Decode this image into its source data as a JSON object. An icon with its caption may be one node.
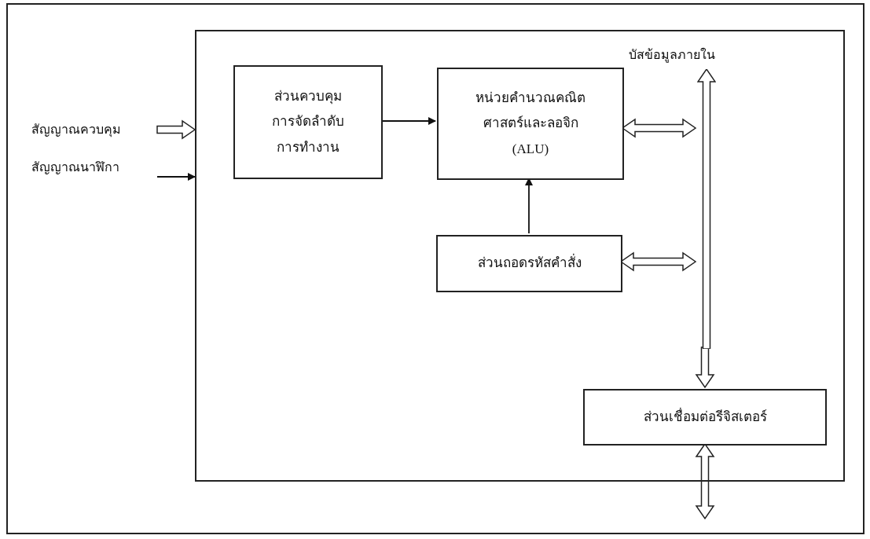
{
  "diagram": {
    "nodes": [
      {
        "text": [],
        "shape": "box"
      },
      {
        "text": [
          "สัญญาณควบคุม"
        ]
      },
      {
        "text": [
          "สัญญาณนาฬิกา"
        ]
      },
      {
        "text": [
          "ส่วนควบคุมการจัดลำดับการทำงาน"
        ],
        "in": 0
      },
      {
        "text": [
          "หน่วยคำนวณคณิตศาสตร์และลอจิก (ALU)"
        ],
        "in": 0
      },
      {
        "text": [
          "ส่วนถอดรหัสคำสั่ง"
        ],
        "in": 0
      },
      {
        "text": [],
        "shape": "bar",
        "beside": [
          "บัสข้อมูลภายใน"
        ],
        "in": 0
      },
      {
        "text": [
          "ส่วนเชื่อมต่อรีจิสเตอร์"
        ],
        "in": 0
      }
    ],
    "edges": [
      {
        "from": 1,
        "to": 0,
        "arrow": "to",
        "style": "thick"
      },
      {
        "from": 2,
        "to": 0,
        "arrow": "to"
      },
      {
        "from": 3,
        "to": 4,
        "arrow": "to"
      },
      {
        "from": 5,
        "to": 4,
        "arrow": "to"
      },
      {
        "from": 4,
        "to": 6,
        "arrow": "both",
        "style": "thick"
      },
      {
        "from": 5,
        "to": 6,
        "arrow": "both",
        "style": "thick"
      },
      {
        "from": 6,
        "to": 7,
        "arrow": "to",
        "style": "thick"
      },
      {
        "from": 7,
        "to": null,
        "arrow": "both",
        "style": "thick"
      }
    ]
  }
}
